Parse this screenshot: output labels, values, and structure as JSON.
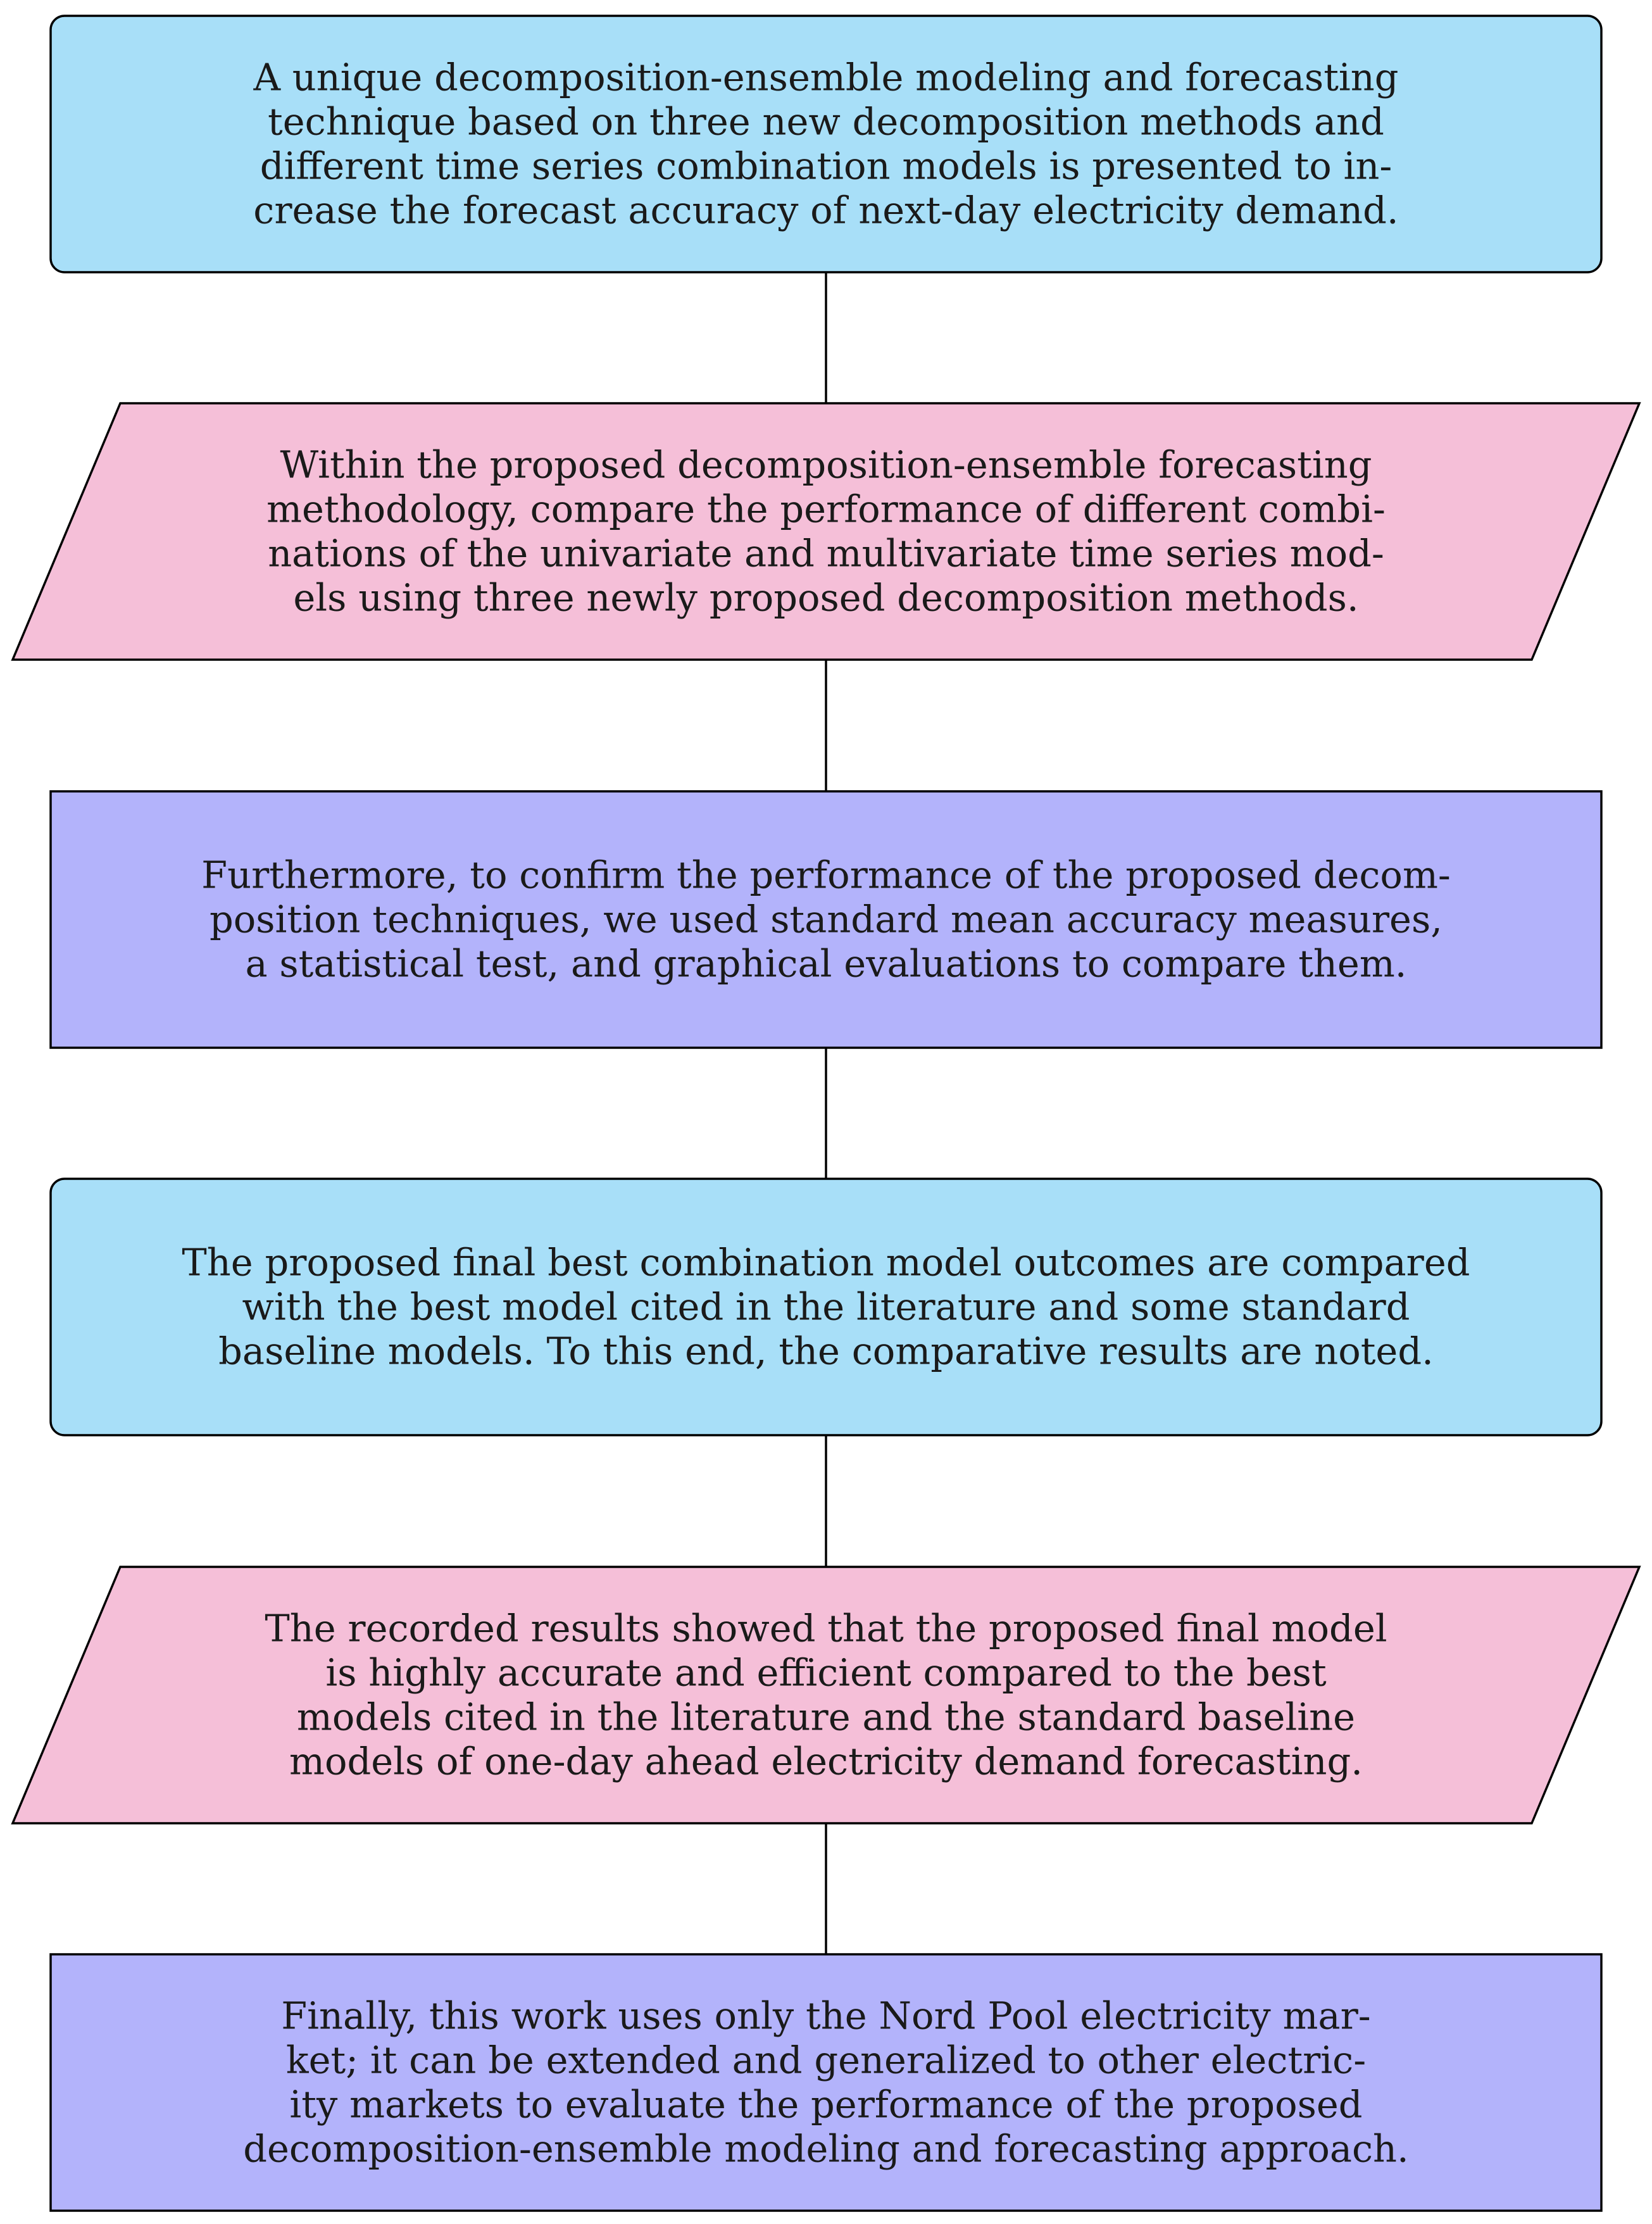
{
  "colors": {
    "cyan_box": "#a8dff8",
    "pink_parallelogram": "#f5bfd8",
    "lavender_box": "#b3b3fb",
    "stroke": "#000000"
  },
  "nodes": [
    {
      "shape": "rounded-rect",
      "fill": "cyan_box",
      "lines": [
        "A unique decomposition-ensemble modeling and forecasting",
        "technique based on three new decomposition methods and",
        "different time series combination models is presented to in-",
        "crease the forecast accuracy of next-day electricity demand."
      ]
    },
    {
      "shape": "parallelogram",
      "fill": "pink_parallelogram",
      "lines": [
        "Within the proposed decomposition-ensemble forecasting",
        "methodology, compare the performance of different combi-",
        "nations of the univariate and multivariate time series mod-",
        "els using three newly proposed decomposition methods."
      ]
    },
    {
      "shape": "rect",
      "fill": "lavender_box",
      "lines": [
        "Furthermore, to confirm the performance of the proposed decom-",
        "position techniques, we used standard mean accuracy measures,",
        "a statistical test, and graphical evaluations to compare them."
      ]
    },
    {
      "shape": "rounded-rect",
      "fill": "cyan_box",
      "lines": [
        "The proposed final best combination model outcomes are compared",
        "with the best model cited in the literature and some standard",
        "baseline models.  To this end, the comparative results are noted."
      ]
    },
    {
      "shape": "parallelogram",
      "fill": "pink_parallelogram",
      "lines": [
        "The recorded results showed that the proposed final model",
        "is highly accurate and efficient compared to the best",
        "models cited in the literature and the standard baseline",
        "models of one-day ahead electricity demand forecasting."
      ]
    },
    {
      "shape": "rect",
      "fill": "lavender_box",
      "lines": [
        "Finally, this work uses only the Nord Pool electricity mar-",
        "ket; it can be extended and generalized to other electric-",
        "ity markets to evaluate the performance of the proposed",
        "decomposition-ensemble modeling and forecasting approach."
      ]
    }
  ]
}
